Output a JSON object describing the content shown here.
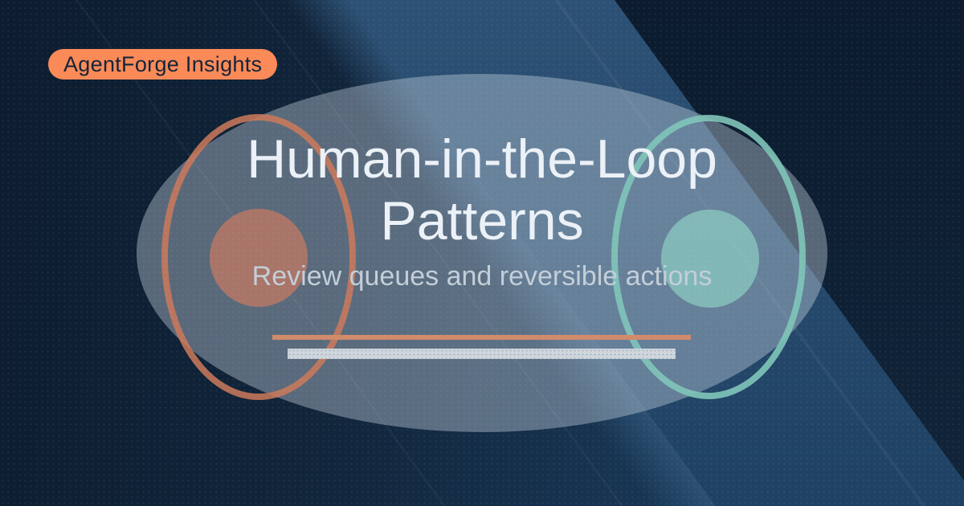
{
  "card": {
    "badge": {
      "label": "AgentForge Insights"
    },
    "title": "Human-in-the-Loop Patterns",
    "subtitle": "Review queues and reversible actions"
  },
  "colors": {
    "base_left": "#0d1c2e",
    "base_right": "#1c3d5e",
    "corner_top": "#0c1b2e",
    "corner_bottom": "#102439",
    "band_top": "#2d5174",
    "band_bottom": "#1f4264",
    "badge_bg": "#fa8a58",
    "badge_text": "#14253a",
    "title_text": "#ebf1f7",
    "subtitle_text": "#c3ced8",
    "accent_bar": "#d18b6b",
    "gray_bar": "#cfd6dd",
    "center_ellipse": "rgba(200,212,225,0.4)",
    "left_ring": "rgba(204,121,91,0.85)",
    "right_ring": "rgba(127,197,185,0.9)",
    "left_circle": "rgba(199,122,97,0.72)",
    "right_circle": "rgba(139,203,192,0.75)",
    "streak": "rgba(210,225,240,0.055)"
  }
}
